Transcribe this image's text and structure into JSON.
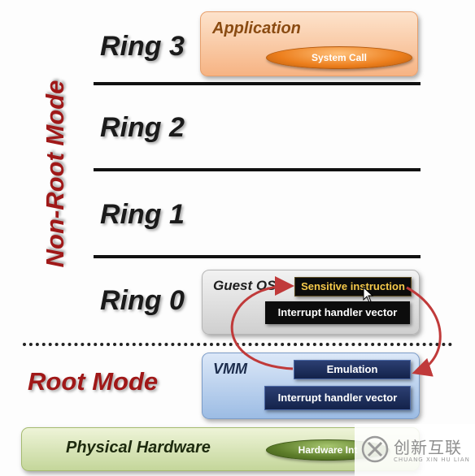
{
  "rings": [
    "Ring 3",
    "Ring 2",
    "Ring 1",
    "Ring 0"
  ],
  "modes": {
    "non_root": "Non-Root Mode",
    "root": "Root Mode"
  },
  "application": {
    "title": "Application",
    "system_call": "System Call"
  },
  "guest_os": {
    "title": "Guest OS",
    "sensitive": "Sensitive instruction",
    "interrupt": "Interrupt handler vector"
  },
  "vmm": {
    "title": "VMM",
    "emulation": "Emulation",
    "interrupt": "Interrupt handler vector"
  },
  "hardware": {
    "title": "Physical Hardware",
    "pill": "Hardware Int"
  },
  "watermark": {
    "brand": "创新互联",
    "sub": "CHUANG XIN HU LIAN"
  },
  "colors": {
    "mode_red": "#a01818",
    "arrow": "#c03a3a",
    "sensitive_text": "#f6c94a"
  }
}
